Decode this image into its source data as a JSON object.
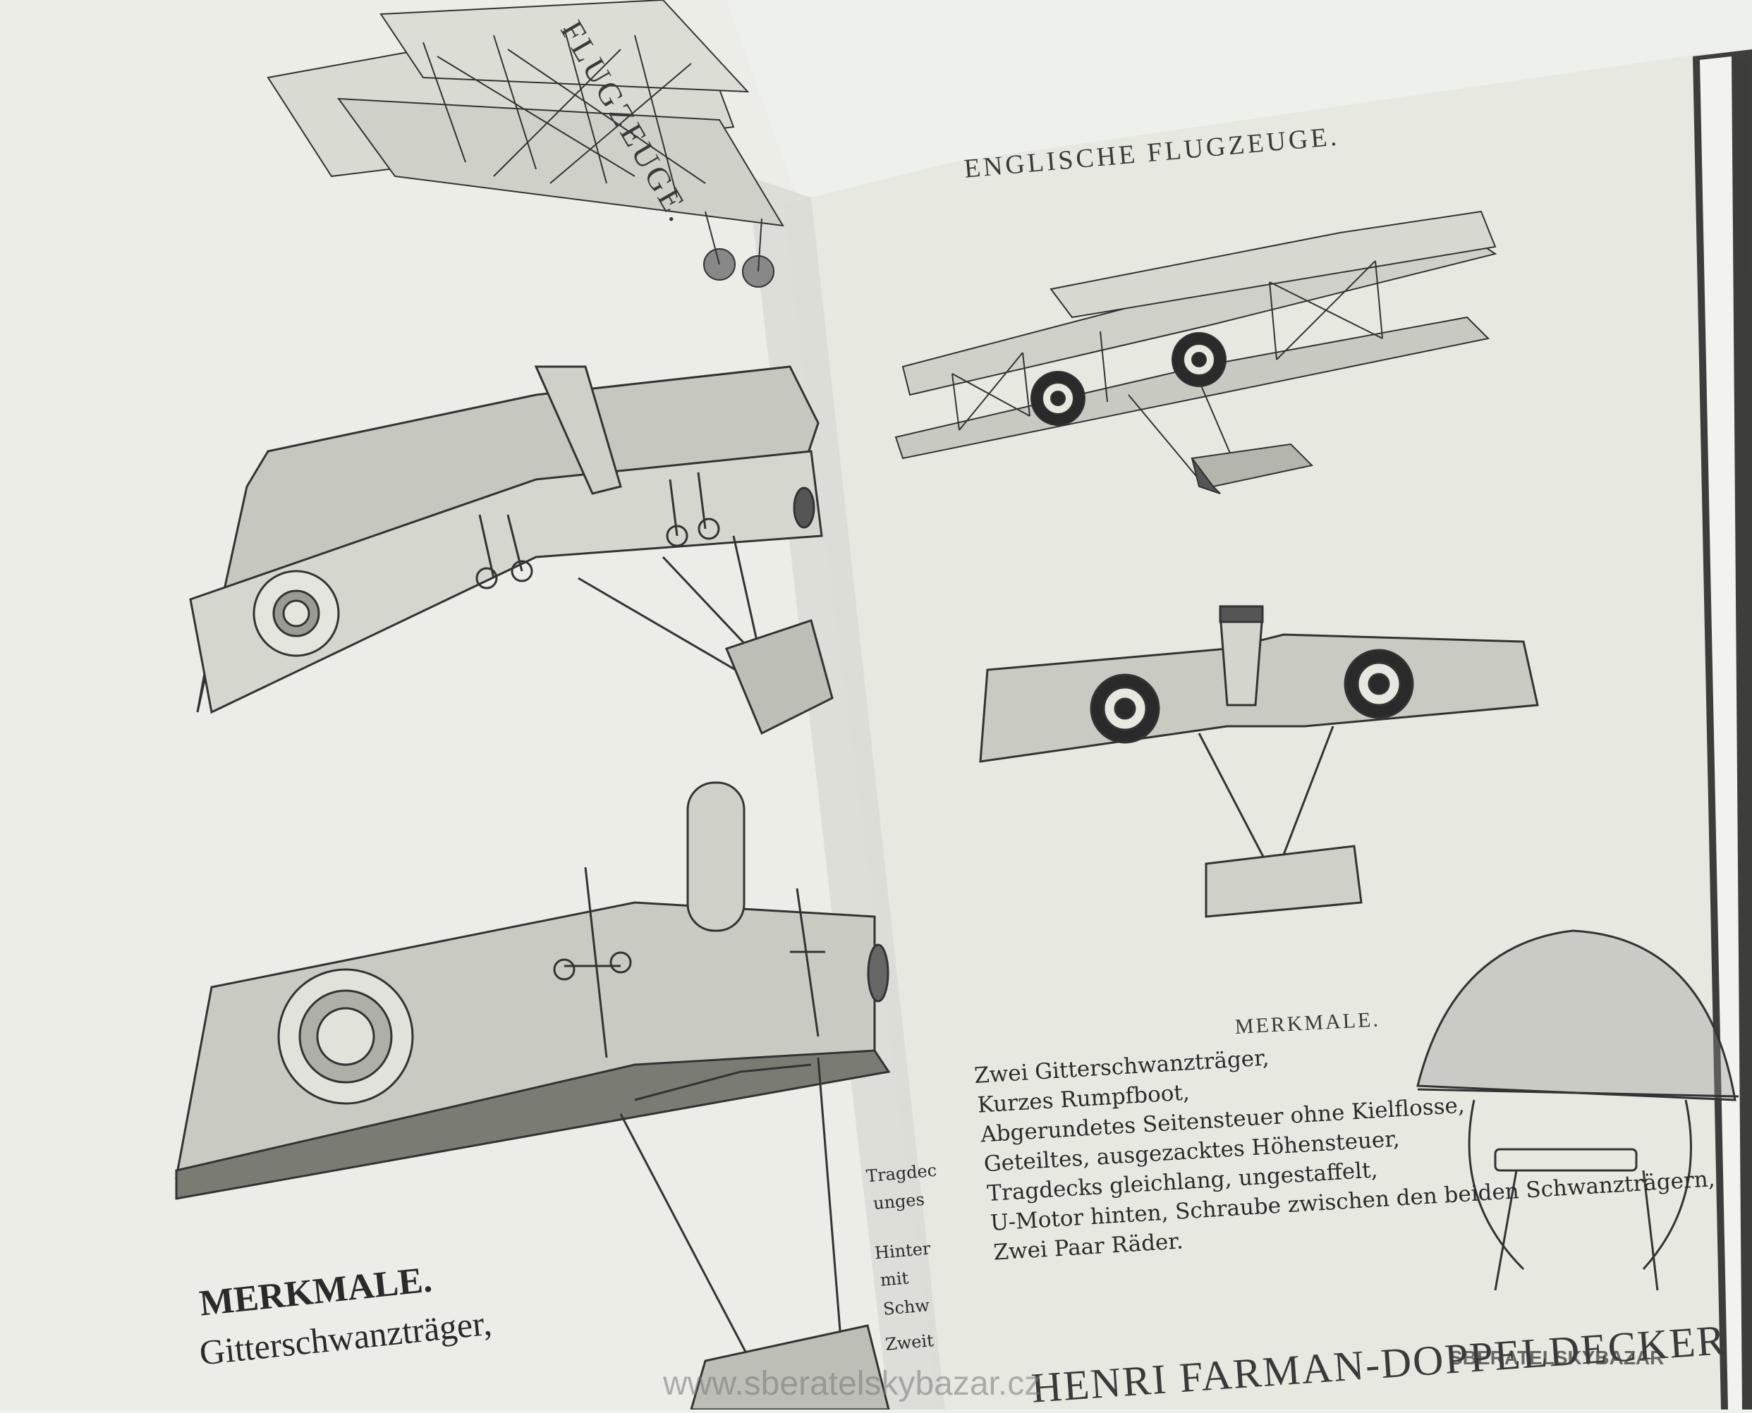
{
  "left_page": {
    "top_heading": "FLUGZEUGE.",
    "merkmale_label": "MERKMALE.",
    "first_feature": "Gitterschwanzträger,",
    "margin_fragments": [
      "Tragdec",
      "unges",
      "Hinter",
      "mit",
      "Schw",
      "Zweit"
    ]
  },
  "right_page": {
    "heading": "ENGLISCHE FLUGZEUGE.",
    "merkmale_label": "MERKMALE.",
    "features": [
      "Zwei Gitterschwanzträger,",
      "Kurzes Rumpfboot,",
      "Abgerundetes Seitensteuer ohne Kielflosse,",
      "Geteiltes, ausgezacktes Höhensteuer,",
      "Tragdecks gleichlang, ungestaffelt,",
      "U-Motor hinten, Schraube zwischen den beiden Schwanzträgern,",
      "Zwei Paar Räder."
    ],
    "bottom_title": "HENRI FARMAN-DOPPELDECKER"
  },
  "watermarks": {
    "center": "www.sberatelskybazar.cz",
    "corner": "SBERATELSKYBAZAR"
  },
  "colors": {
    "background": "#eef0ec",
    "page": "#e9ebe4",
    "ink": "#2a2a2a",
    "wing_fill": "#d9dbd3"
  }
}
